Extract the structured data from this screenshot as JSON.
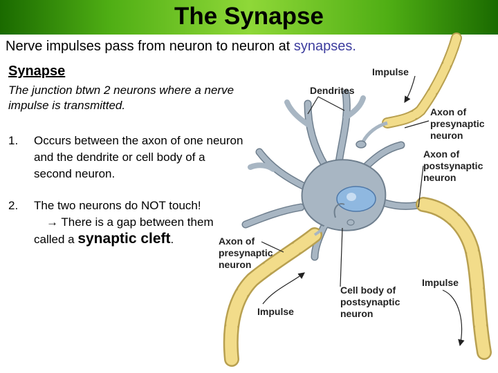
{
  "title": "The Synapse",
  "intro": {
    "prefix": "Nerve impulses pass from neuron to neuron at ",
    "highlight": "synapses.",
    "highlight_color": "#3c3c9e"
  },
  "term": "Synapse",
  "definition": "The junction btwn 2 neurons where a nerve impulse is transmitted.",
  "points": [
    {
      "number": "1.",
      "text": "Occurs between the axon of one neuron and the dendrite or cell body of a second neuron."
    },
    {
      "number": "2.",
      "line1": "The two neurons do NOT touch!",
      "line2": "→ There is a gap between them",
      "line3_prefix": "called a ",
      "emphasis": "synaptic cleft",
      "line3_suffix": "."
    }
  ],
  "diagram_labels": {
    "impulse_top": "Impulse",
    "dendrites": "Dendrites",
    "axon_presynaptic_right_1": "Axon of",
    "axon_presynaptic_right_2": "presynaptic",
    "axon_presynaptic_right_3": "neuron",
    "axon_postsynaptic_1": "Axon of",
    "axon_postsynaptic_2": "postsynaptic",
    "axon_postsynaptic_3": "neuron",
    "axon_presynaptic_left_1": "Axon of",
    "axon_presynaptic_left_2": "presynaptic",
    "axon_presynaptic_left_3": "neuron",
    "cell_body_1": "Cell body of",
    "cell_body_2": "postsynaptic",
    "cell_body_3": "neuron",
    "impulse_right": "Impulse",
    "impulse_bottom": "Impulse"
  },
  "colors": {
    "title_bar": "#4fae14",
    "neuron_body": "#a8b6c3",
    "myelin": "#f2dc8a",
    "nucleus": "#8fb8e0"
  }
}
